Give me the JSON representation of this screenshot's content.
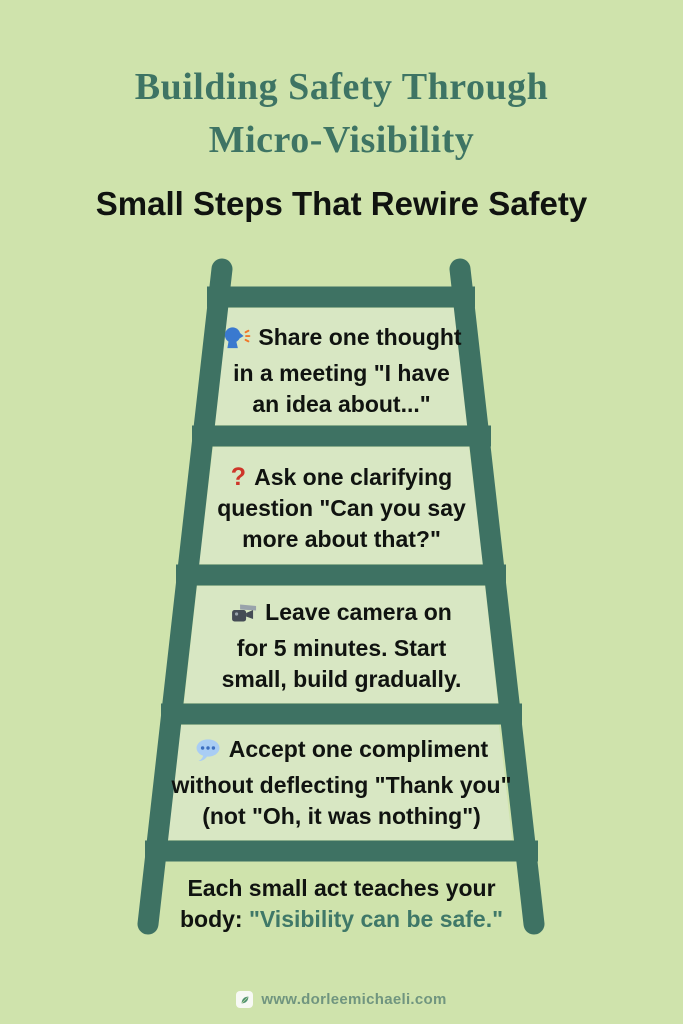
{
  "title": {
    "line1": "Building Safety Through",
    "line2": "Micro-Visibility"
  },
  "subtitle": "Small Steps That Rewire Safety",
  "steps": [
    {
      "icon": "speaking-head-icon",
      "line1": "Share one thought",
      "line2": "in a meeting \"I have",
      "line3": "an idea about...\""
    },
    {
      "icon": "question-mark-icon",
      "icon_glyph": "?",
      "line1": "Ask one clarifying",
      "line2": "question \"Can you say",
      "line3": "more about that?\""
    },
    {
      "icon": "video-camera-icon",
      "line1": "Leave camera on",
      "line2": "for 5 minutes. Start",
      "line3": "small, build gradually."
    },
    {
      "icon": "speech-bubble-icon",
      "line1": "Accept one compliment",
      "line2": "without deflecting \"Thank you\"",
      "line3": "(not \"Oh, it was nothing\")"
    }
  ],
  "conclusion": {
    "line1": "Each small act teaches your",
    "line2_black": "body:",
    "line2_teal": "\"Visibility can be safe.\""
  },
  "footer": {
    "url": "www.dorleemichaeli.com"
  },
  "colors": {
    "background": "#cfe3ac",
    "panel": "#d8e7c3",
    "ladder": "#3e7263",
    "title_teal": "#3e7464",
    "body_text": "#101310",
    "quote_teal": "#3f7868",
    "footer_text": "#70957f",
    "question_red": "#ce3529"
  }
}
